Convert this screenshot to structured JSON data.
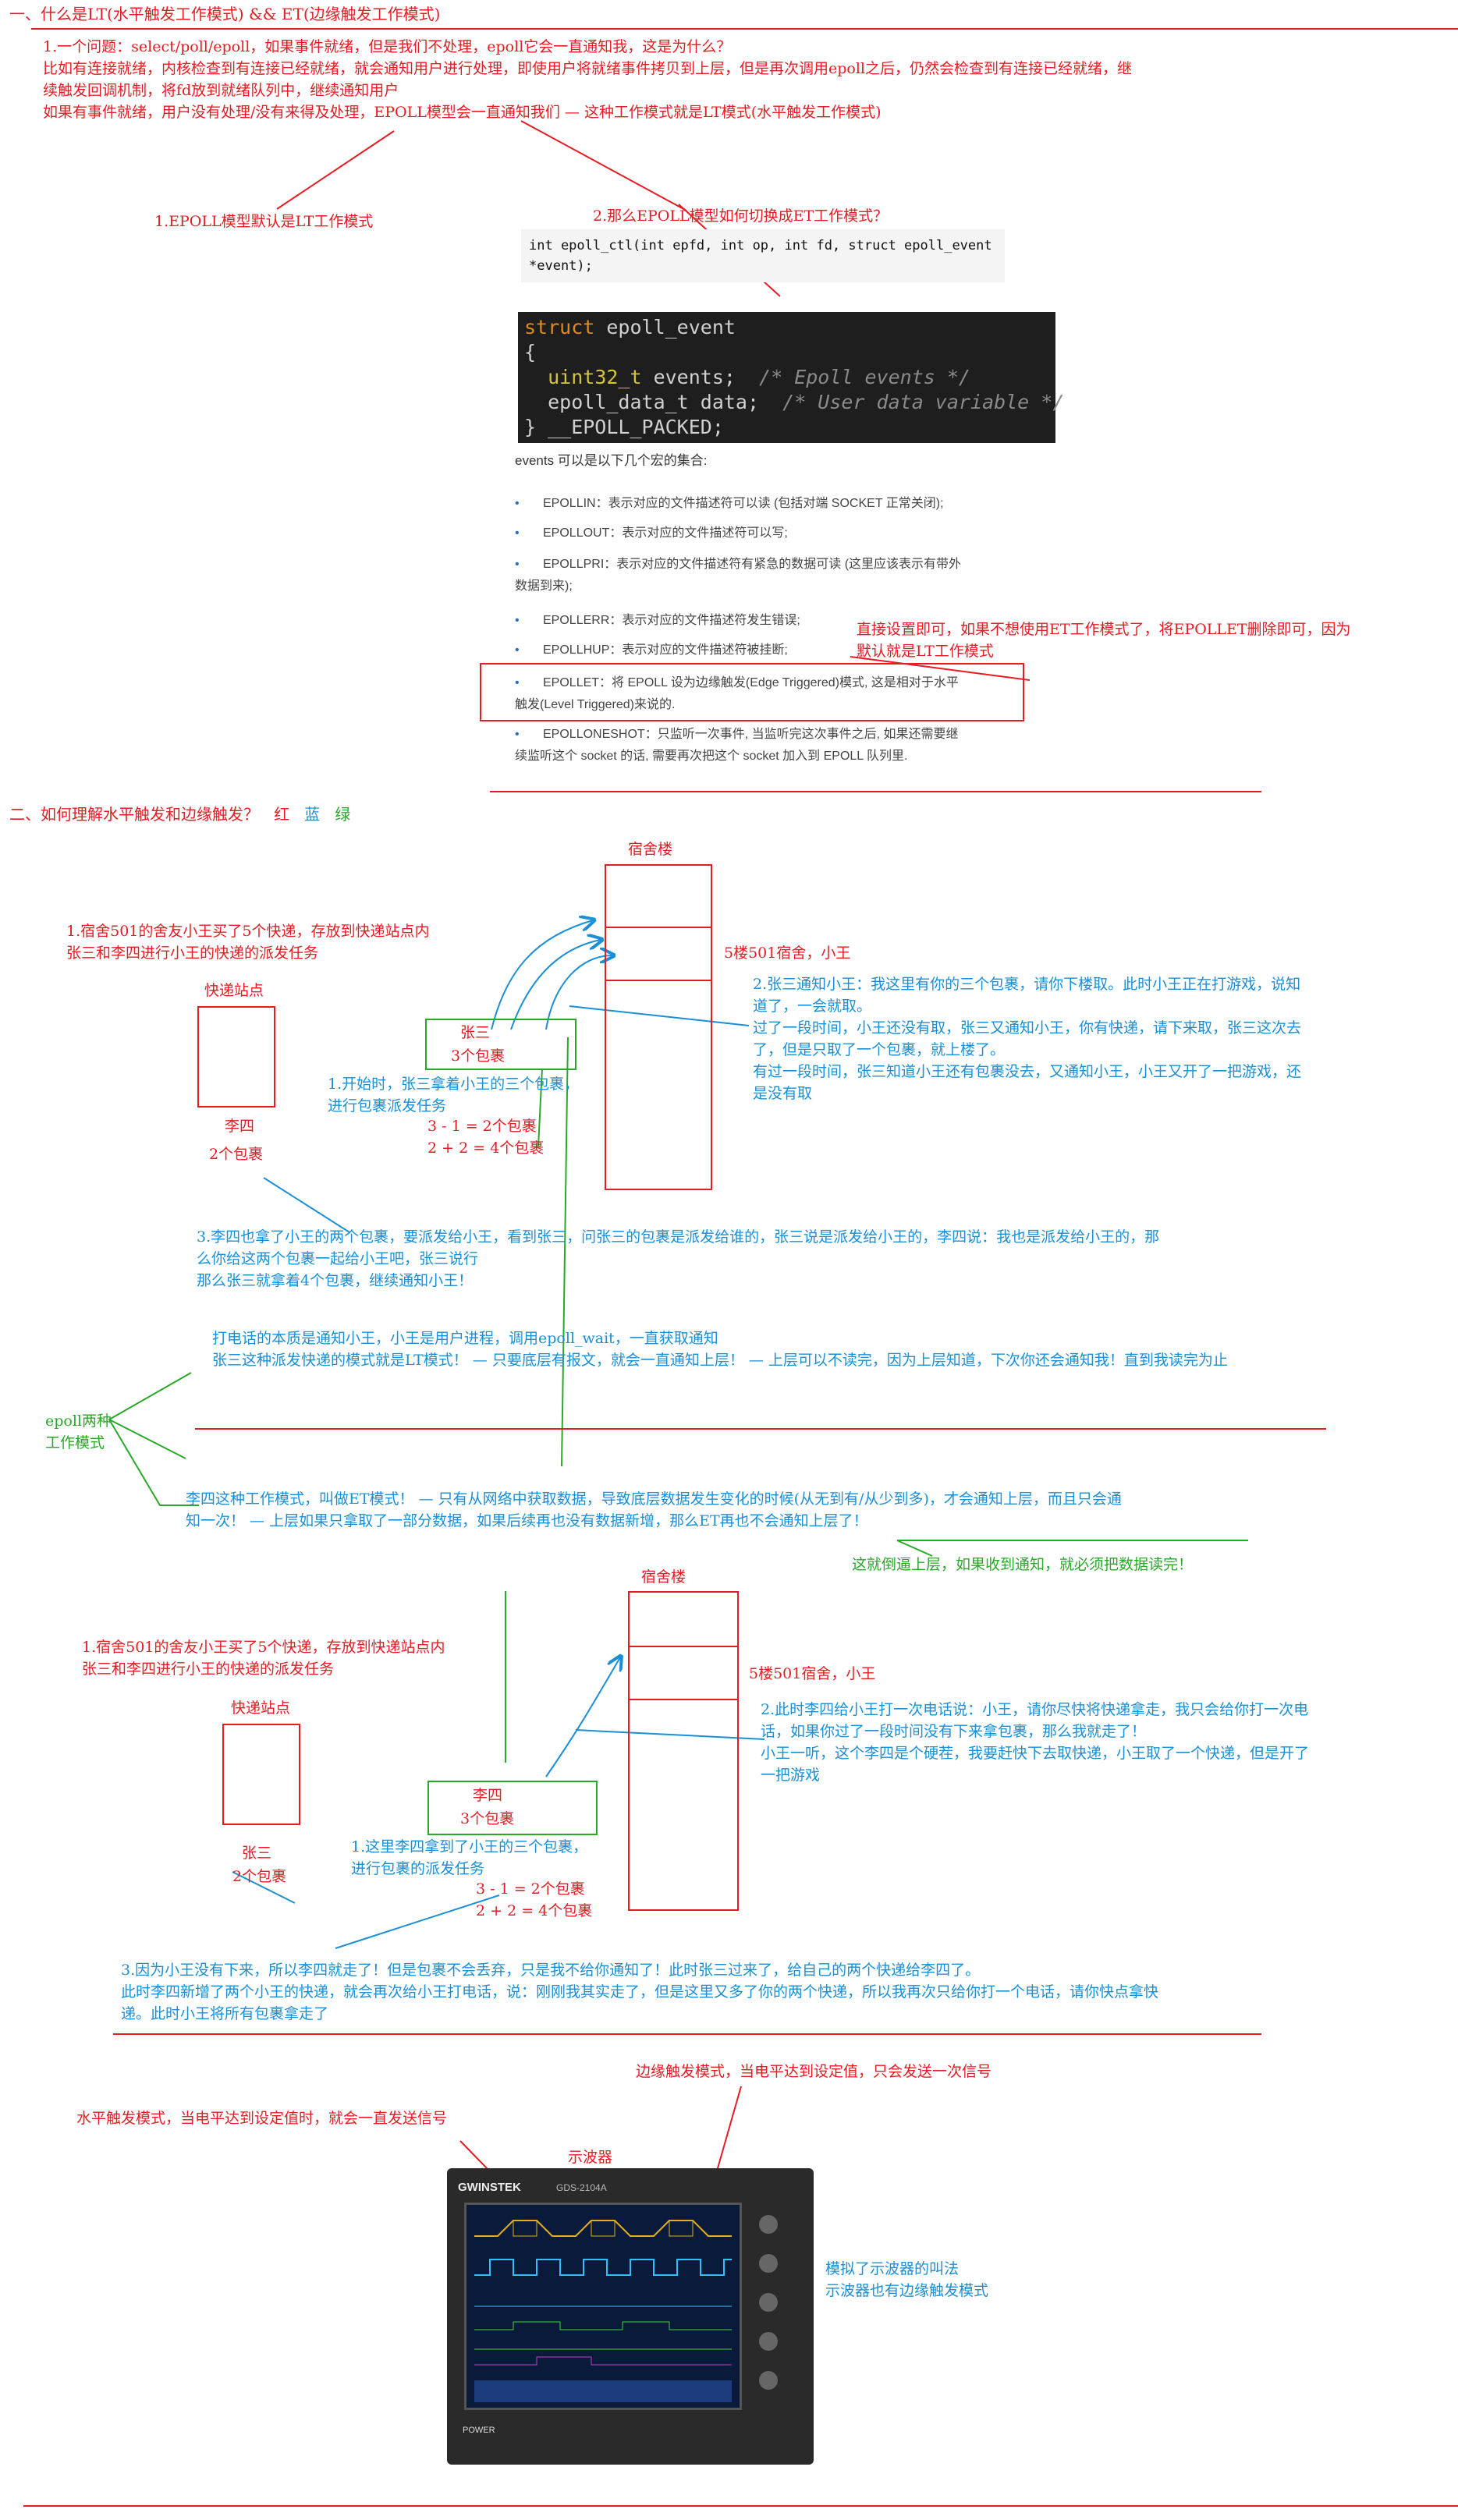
{
  "section1": {
    "heading": "一、什么是LT(水平触发工作模式) && ET(边缘触发工作模式)",
    "intro": [
      "1.一个问题：select/poll/epoll，如果事件就绪，但是我们不处理，epoll它会一直通知我，这是为什么？",
      "比如有连接就绪，内核检查到有连接已经就绪，就会通知用户进行处理，即使用户将就绪事件拷贝到上层，但是再次调用epoll之后，仍然会检查到有连接已经就绪，继",
      "续触发回调机制，将fd放到就绪队列中，继续通知用户",
      "如果有事件就绪，用户没有处理/没有来得及处理，EPOLL模型会一直通知我们 — 这种工作模式就是LT模式(水平触发工作模式)"
    ],
    "note_default": "1.EPOLL模型默认是LT工作模式",
    "note_switch": "2.那么EPOLL模型如何切换成ET工作模式？",
    "ctl_code": [
      "int epoll_ctl(int epfd, int op, int fd, struct epoll_event",
      "*event);"
    ],
    "struct_code": {
      "line1_kw": "struct",
      "line1_rest": " epoll_event",
      "line2": "{",
      "line3_type": "uint32_t",
      "line3_rest": " events;  ",
      "line3_comment": "/* Epoll events */",
      "line4_rest": "epoll_data_t data;  ",
      "line4_comment": "/* User data variable */",
      "line5": "} __EPOLL_PACKED;"
    },
    "events_intro": "events 可以是以下几个宏的集合:",
    "events": [
      [
        "EPOLLIN：表示对应的文件描述符可以读 (包括对端 SOCKET 正常关闭);"
      ],
      [
        "EPOLLOUT：表示对应的文件描述符可以写;"
      ],
      [
        "EPOLLPRI：表示对应的文件描述符有紧急的数据可读 (这里应该表示有带外",
        "数据到来);"
      ],
      [
        "EPOLLERR：表示对应的文件描述符发生错误;"
      ],
      [
        "EPOLLHUP：表示对应的文件描述符被挂断;"
      ],
      [
        "EPOLLET：将 EPOLL 设为边缘触发(Edge Triggered)模式, 这是相对于水平",
        "触发(Level Triggered)来说的."
      ],
      [
        "EPOLLONESHOT：只监听一次事件, 当监听完这次事件之后, 如果还需要继",
        "续监听这个 socket 的话, 需要再次把这个 socket 加入到 EPOLL 队列里."
      ]
    ],
    "note_epollet": [
      "直接设置即可，如果不想使用ET工作模式了，将EPOLLET删除即可，因为",
      "默认就是LT工作模式"
    ]
  },
  "section2": {
    "heading": "二、如何理解水平触发和边缘触发？",
    "colors": [
      "红",
      "蓝",
      "绿"
    ],
    "lt": {
      "dorm_label": "宿舍楼",
      "scenario": [
        "1.宿舍501的舍友小王买了5个快递，存放到快递站点内",
        "张三和李四进行小王的快递的派发任务"
      ],
      "station_label": "快递站点",
      "room_label": "5楼501宿舍，小王",
      "courier_name": "张三",
      "courier_count": "3个包裹",
      "other_name": "李四",
      "other_count": "2个包裹",
      "step1": [
        "1.开始时，张三拿着小王的三个包裹，",
        "进行包裹派发任务"
      ],
      "math": [
        "3 - 1 = 2个包裹",
        "2 + 2 = 4个包裹"
      ],
      "step2": [
        "2.张三通知小王：我这里有你的三个包裹，请你下楼取。此时小王正在打游戏，说知",
        "道了，一会就取。",
        "过了一段时间，小王还没有取，张三又通知小王，你有快递，请下来取，张三这次去",
        "了，但是只取了一个包裹，就上楼了。",
        "有过一段时间，张三知道小王还有包裹没去，又通知小王，小王又开了一把游戏，还",
        "是没有取"
      ],
      "step3": [
        "3.李四也拿了小王的两个包裹，要派发给小王，看到张三，问张三的包裹是派发给谁的，张三说是派发给小王的，李四说：我也是派发给小王的，那",
        "么你给这两个包裹一起给小王吧，张三说行",
        "那么张三就拿着4个包裹，继续通知小王！"
      ],
      "summary": [
        "打电话的本质是通知小王，小王是用户进程，调用epoll_wait，一直获取通知",
        "张三这种派发快递的模式就是LT模式！ — 只要底层有报文，就会一直通知上层！ — 上层可以不读完，因为上层知道，下次你还会通知我！直到我读完为止"
      ]
    },
    "two_modes": [
      "epoll两种",
      "工作模式"
    ],
    "et_summary": [
      "李四这种工作模式，叫做ET模式！ — 只有从网络中获取数据，导致底层数据发生变化的时候(从无到有/从少到多)，才会通知上层，而且只会通",
      "知一次！ — 上层如果只拿取了一部分数据，如果后续再也没有数据新增，那么ET再也不会通知上层了！"
    ],
    "et_force": "这就倒逼上层，如果收到通知，就必须把数据读完！",
    "et": {
      "dorm_label": "宿舍楼",
      "scenario": [
        "1.宿舍501的舍友小王买了5个快递，存放到快递站点内",
        "张三和李四进行小王的快递的派发任务"
      ],
      "station_label": "快递站点",
      "room_label": "5楼501宿舍，小王",
      "courier_name": "李四",
      "courier_count": "3个包裹",
      "other_name": "张三",
      "other_count": "2个包裹",
      "step1": [
        "1.这里李四拿到了小王的三个包裹，",
        "进行包裹的派发任务"
      ],
      "math": [
        "3 - 1 = 2个包裹",
        "2 + 2 = 4个包裹"
      ],
      "step2": [
        "2.此时李四给小王打一次电话说：小王，请你尽快将快递拿走，我只会给你打一次电",
        "话，如果你过了一段时间没有下来拿包裹，那么我就走了！",
        "小王一听，这个李四是个硬茬，我要赶快下去取快递，小王取了一个快递，但是开了",
        "一把游戏"
      ],
      "step3": [
        "3.因为小王没有下来，所以李四就走了！但是包裹不会丢弃，只是我不给你通知了！此时张三过来了，给自己的两个快递给李四了。",
        "此时李四新增了两个小王的快递，就会再次给小王打电话，说：刚刚我其实走了，但是这里又多了你的两个快递，所以我再次只给你打一个电话，请你快点拿快",
        "递。此时小王将所有包裹拿走了"
      ]
    }
  },
  "section3": {
    "edge_note": "边缘触发模式，当电平达到设定值，只会发送一次信号",
    "level_note": "水平触发模式，当电平达到设定值时，就会一直发送信号",
    "scope_label": "示波器",
    "scope_brand": "GWINSTEK",
    "scope_model": "GDS-2104A",
    "scope_power": "POWER",
    "scope_note": [
      "模拟了示波器的叫法",
      "示波器也有边缘触发模式"
    ]
  }
}
